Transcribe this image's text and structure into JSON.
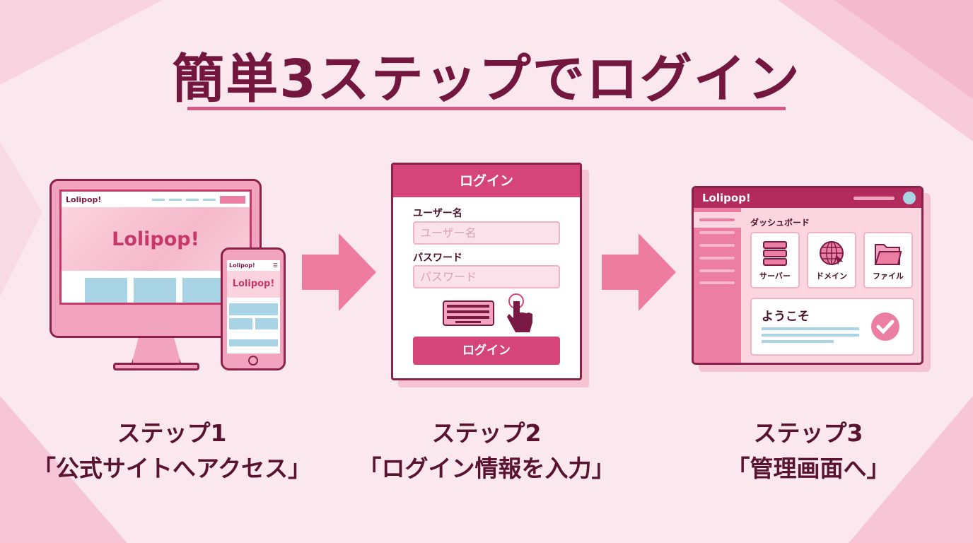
{
  "title": "簡単3ステップでログイン",
  "colors": {
    "accent": "#d6457a",
    "dark": "#74173f",
    "background": "#fbe8ef"
  },
  "step1": {
    "brand_small": "Lolipop!",
    "brand_hero": "Lolipop!",
    "phone_brand_small": "Lolipop!",
    "phone_brand_hero": "Lolipop!",
    "label_line1": "ステップ1",
    "label_line2": "「公式サイトへアクセス」"
  },
  "step2": {
    "header": "ログイン",
    "username_label": "ユーザー名",
    "username_placeholder": "ユーザー名",
    "password_label": "パスワード",
    "password_placeholder": "パスワード",
    "button": "ログイン",
    "label_line1": "ステップ2",
    "label_line2": "「ログイン情報を入力」"
  },
  "step3": {
    "brand": "Lolipop!",
    "dashboard_title": "ダッシュボード",
    "tiles": [
      {
        "label": "サーバー",
        "icon": "server-icon"
      },
      {
        "label": "ドメイン",
        "icon": "globe-icon"
      },
      {
        "label": "ファイル",
        "icon": "folder-icon"
      }
    ],
    "welcome": "ようこそ",
    "label_line1": "ステップ3",
    "label_line2": "「管理画面へ」"
  }
}
